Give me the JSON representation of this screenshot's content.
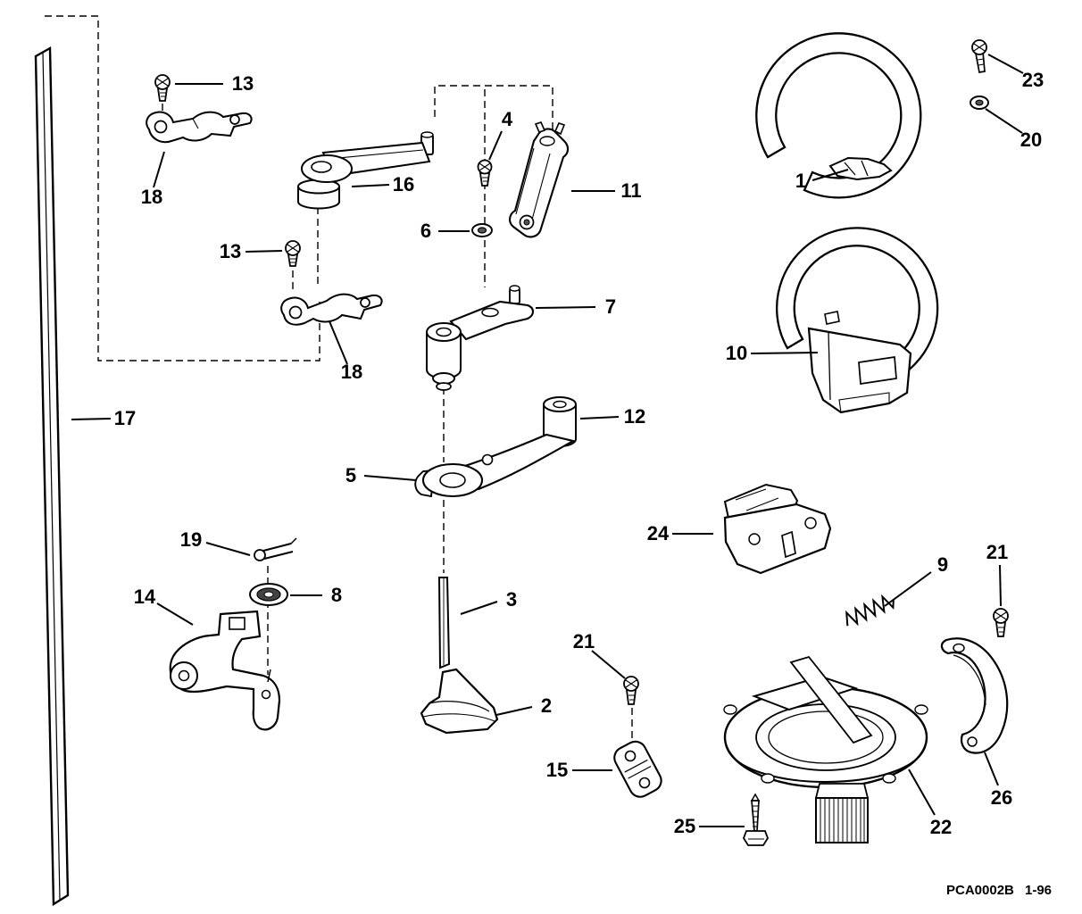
{
  "diagram": {
    "footer": {
      "code": "PCA0002B",
      "rev": "1-96"
    },
    "callouts": [
      {
        "id": "13a",
        "label": "13"
      },
      {
        "id": "18a",
        "label": "18"
      },
      {
        "id": "16",
        "label": "16"
      },
      {
        "id": "13b",
        "label": "13"
      },
      {
        "id": "18b",
        "label": "18"
      },
      {
        "id": "4",
        "label": "4"
      },
      {
        "id": "6",
        "label": "6"
      },
      {
        "id": "11",
        "label": "11"
      },
      {
        "id": "7",
        "label": "7"
      },
      {
        "id": "12",
        "label": "12"
      },
      {
        "id": "5",
        "label": "5"
      },
      {
        "id": "19",
        "label": "19"
      },
      {
        "id": "8",
        "label": "8"
      },
      {
        "id": "14",
        "label": "14"
      },
      {
        "id": "3",
        "label": "3"
      },
      {
        "id": "2",
        "label": "2"
      },
      {
        "id": "21a",
        "label": "21"
      },
      {
        "id": "15",
        "label": "15"
      },
      {
        "id": "25",
        "label": "25"
      },
      {
        "id": "17",
        "label": "17"
      },
      {
        "id": "1",
        "label": "1"
      },
      {
        "id": "23",
        "label": "23"
      },
      {
        "id": "20",
        "label": "20"
      },
      {
        "id": "10",
        "label": "10"
      },
      {
        "id": "24",
        "label": "24"
      },
      {
        "id": "9",
        "label": "9"
      },
      {
        "id": "21b",
        "label": "21"
      },
      {
        "id": "22",
        "label": "22"
      },
      {
        "id": "26",
        "label": "26"
      }
    ]
  }
}
